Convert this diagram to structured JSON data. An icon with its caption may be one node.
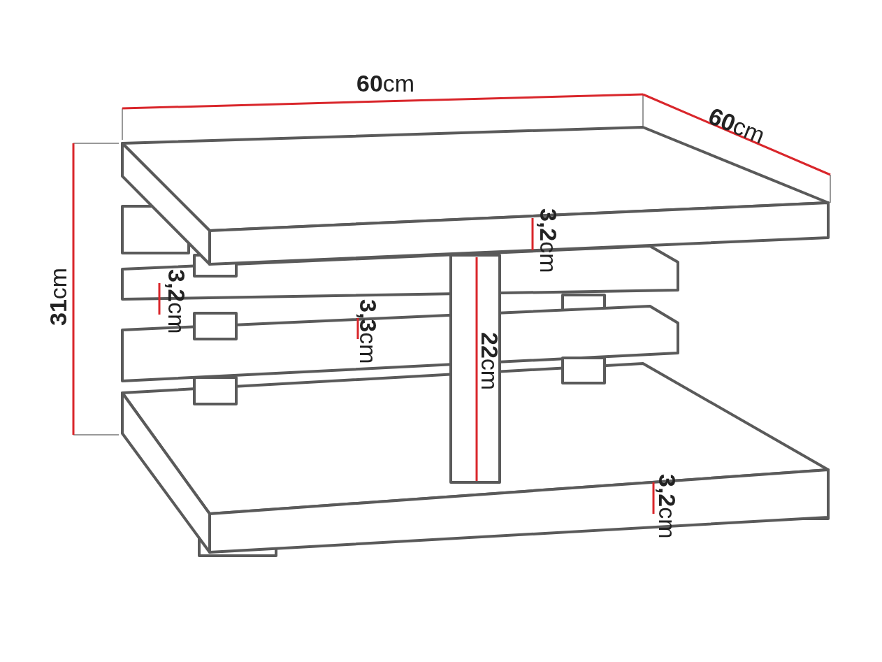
{
  "diagram": {
    "labels": [
      "**60**cm",
      "**60**cm",
      "**3,2**cm",
      "**31**cm",
      "**3,2**cm",
      "**3,3**cm",
      "**22**cm",
      "**3,2**cm"
    ]
  }
}
